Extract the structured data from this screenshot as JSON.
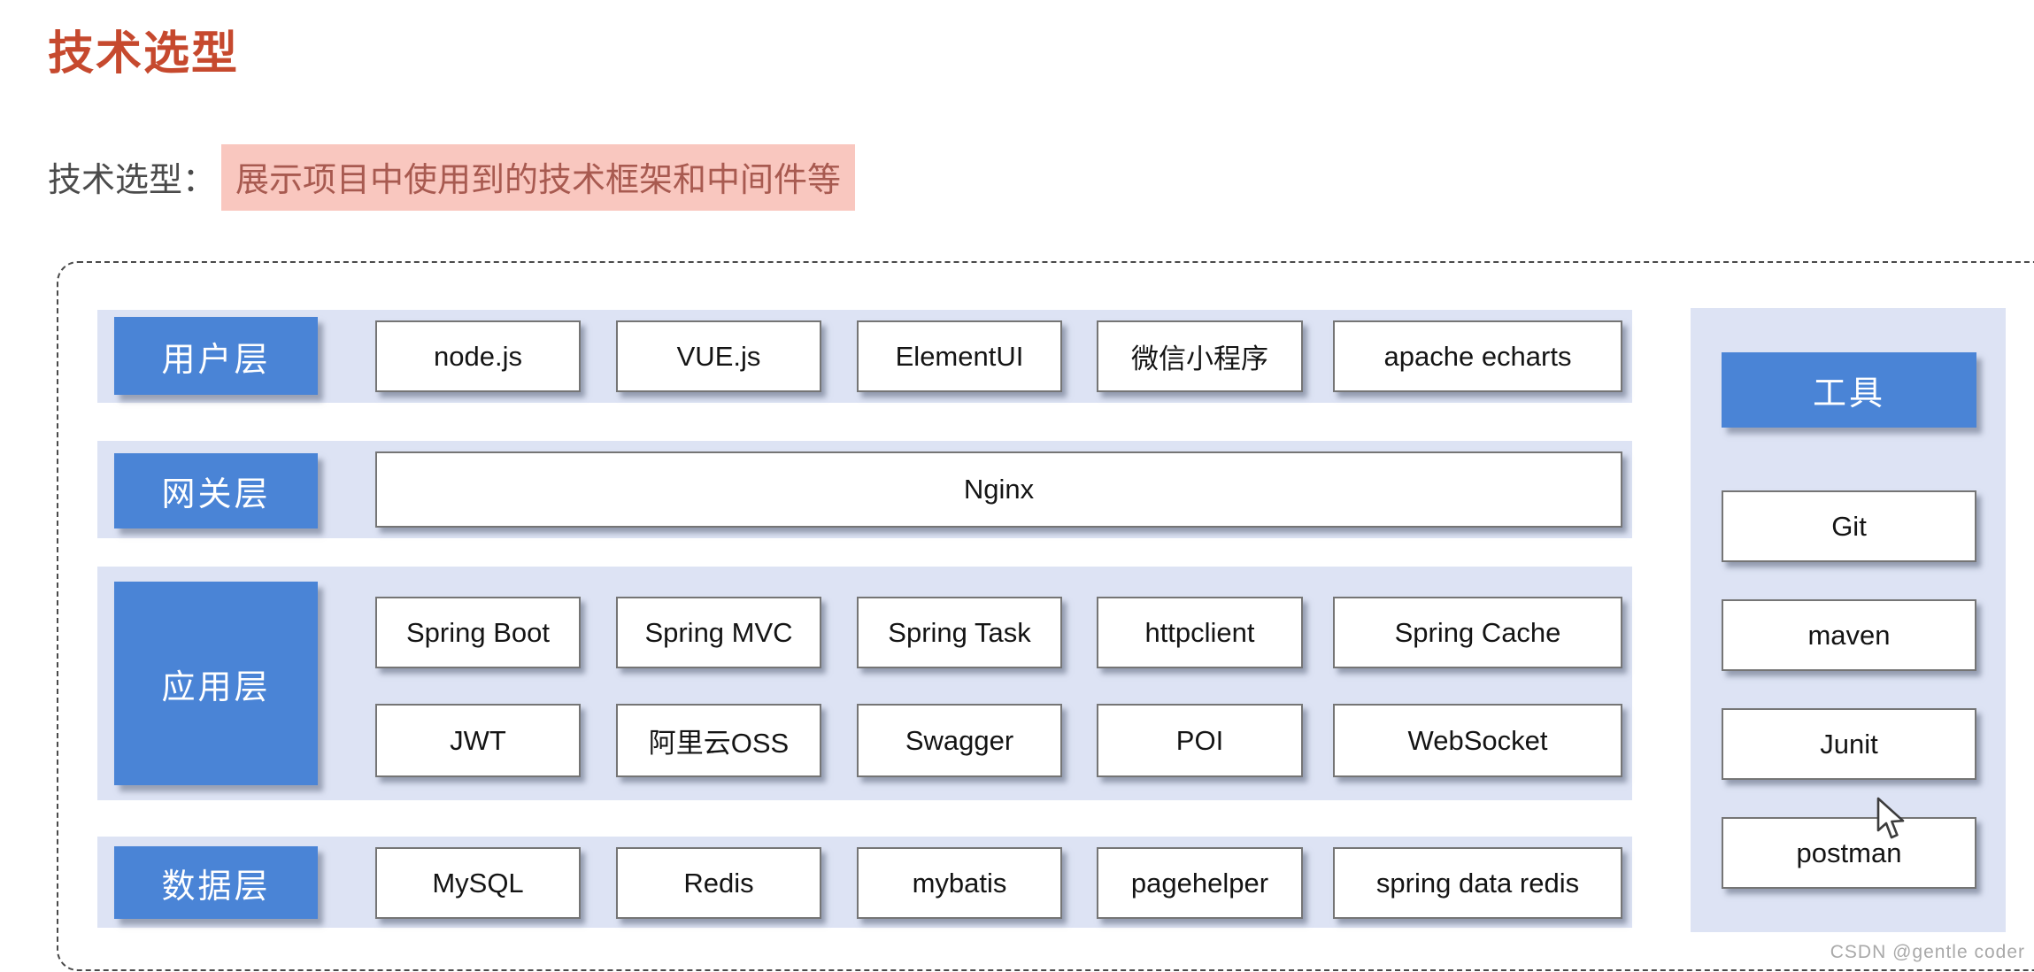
{
  "header": {
    "title": "技术选型"
  },
  "intro": {
    "label": "技术选型：",
    "highlight": "展示项目中使用到的技术框架和中间件等"
  },
  "diagram": {
    "layers": [
      {
        "label": "用户层",
        "rows": [
          [
            "node.js",
            "VUE.js",
            "ElementUI",
            "微信小程序",
            "apache echarts"
          ]
        ]
      },
      {
        "label": "网关层",
        "rows": [
          [
            "Nginx"
          ]
        ]
      },
      {
        "label": "应用层",
        "rows": [
          [
            "Spring Boot",
            "Spring MVC",
            "Spring Task",
            "httpclient",
            "Spring Cache"
          ],
          [
            "JWT",
            "阿里云OSS",
            "Swagger",
            "POI",
            "WebSocket"
          ]
        ]
      },
      {
        "label": "数据层",
        "rows": [
          [
            "MySQL",
            "Redis",
            "mybatis",
            "pagehelper",
            "spring data redis"
          ]
        ]
      }
    ],
    "tools": {
      "label": "工具",
      "items": [
        "Git",
        "maven",
        "Junit",
        "postman"
      ]
    }
  },
  "watermark": "CSDN @gentle coder",
  "colors": {
    "accent_blue": "#4a84d6",
    "band_blue": "#dde3f4",
    "title_red": "#c6492e",
    "highlight_bg": "#f9c7bf",
    "highlight_text": "#a85a50"
  }
}
